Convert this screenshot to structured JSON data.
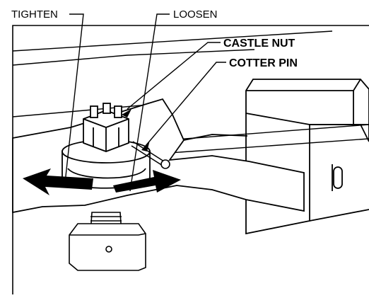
{
  "figure": {
    "labels": {
      "tighten": "TIGHTEN",
      "loosen": "LOOSEN",
      "castle_nut": "CASTLE NUT",
      "cotter_pin": "COTTER PIN"
    },
    "colors": {
      "line": "#000000",
      "fill": "#ffffff",
      "arrow": "#000000"
    }
  }
}
